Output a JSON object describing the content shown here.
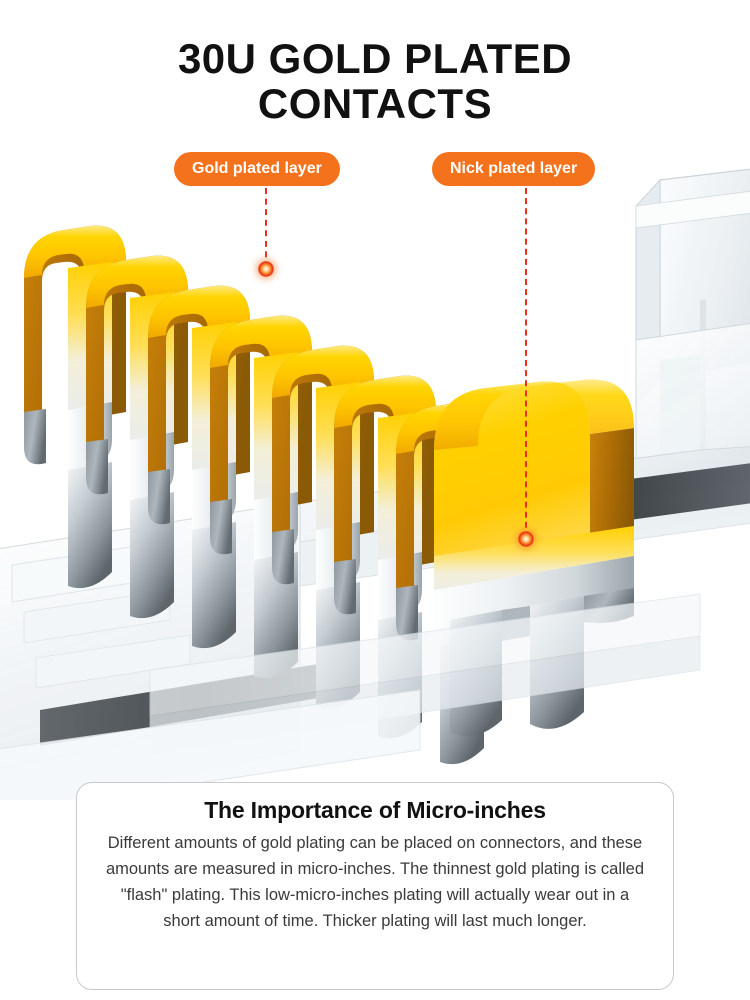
{
  "title": {
    "line1": "30U GOLD PLATED",
    "line2": "CONTACTS"
  },
  "callouts": [
    {
      "id": "gold",
      "label": "Gold plated layer",
      "marker": "target-dot-icon"
    },
    {
      "id": "nick",
      "label": "Nick plated layer",
      "marker": "target-dot-icon"
    }
  ],
  "card": {
    "heading": "The Importance of Micro-inches",
    "body": "Different amounts of gold plating can be placed on connectors, and these amounts are measured in micro-inches. The thinnest gold plating is called \"flash\" plating. This low-micro-inches plating will actually wear out in a short amount of time. Thicker plating will last much longer."
  },
  "colors": {
    "accent_orange": "#F4721C",
    "leader_red": "#E8301A",
    "gold_bright": "#FFD400",
    "gold_light": "#FFE047",
    "gold_deep": "#C8820A",
    "gold_shadow": "#8A5A06",
    "silver_light": "#F2F4F5",
    "silver_mid": "#BFC5CA",
    "silver_dark": "#6E767C",
    "title_black": "#111111",
    "body_gray": "#3A3A3A",
    "card_border": "#C9C9CF",
    "background": "#FFFFFF"
  },
  "artwork": {
    "subject": "rj45-connector-gold-plated-contacts",
    "pin_count": 8,
    "housing": "transparent-acrylic-rj45-housing"
  }
}
